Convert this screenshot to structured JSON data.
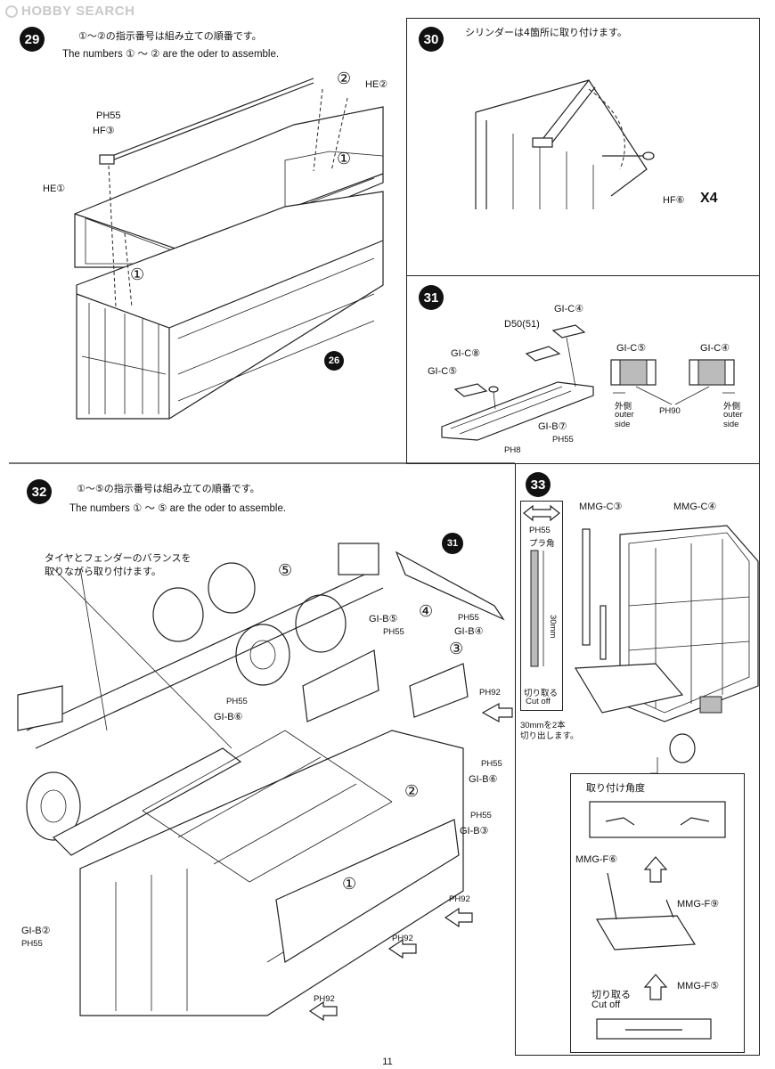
{
  "watermark": {
    "brand": "HOBBY SEARCH"
  },
  "page_number": "11",
  "step29": {
    "badge": "29",
    "jp_text": "①～②の指示番号は組み立ての順番です。",
    "en_text": "The numbers ① ～ ② are the oder to assemble.",
    "labels": {
      "ph55": "PH55",
      "hf3": "HF③",
      "he1": "HE①",
      "he2": "HE②",
      "seq2": "②",
      "seq1a": "①",
      "seq1b": "①",
      "ref26": "26"
    }
  },
  "step30": {
    "badge": "30",
    "jp_text": "シリンダーは4箇所に取り付けます。",
    "labels": {
      "hf6": "HF⑥",
      "x4": "X4"
    }
  },
  "step31": {
    "badge": "31",
    "labels": {
      "d50": "D50(51)",
      "gic4_top": "GI-C④",
      "gic8": "GI-C⑧",
      "gic5_left": "GI-C⑤",
      "gib7": "GI-B⑦",
      "ph55": "PH55",
      "ph8": "PH8",
      "gic5_right": "GI-C⑤",
      "gic4_right": "GI-C④",
      "ph90": "PH90"
    },
    "outer_left": [
      "外側",
      "outer",
      "side"
    ],
    "outer_right": [
      "外側",
      "outer",
      "side"
    ]
  },
  "step32": {
    "badge": "32",
    "jp_text": "①～⑤の指示番号は組み立ての順番です。",
    "en_text": "The numbers ① ～ ⑤ are the oder to assemble.",
    "note_jp": [
      "タイヤとフェンダーのバランスを",
      "取りながら取り付けます。"
    ],
    "labels": {
      "seq5": "⑤",
      "seq4": "④",
      "seq3": "③",
      "seq2": "②",
      "seq1": "①",
      "ref31": "31",
      "gib5": "GI-B⑤",
      "gib4": "GI-B④",
      "gib6_left": "GI-B⑥",
      "gib6_right": "GI-B⑥",
      "gib3": "GI-B③",
      "gib2": "GI-B②",
      "ph55": "PH55",
      "ph92": "PH92"
    }
  },
  "step33": {
    "badge": "33",
    "cut_box": {
      "ph55": "PH55",
      "jp_plastic": "プラ角",
      "length": "30mm",
      "cut_jp": "切り取る",
      "cut_en": "Cut off"
    },
    "cut_note": [
      "30mmを2本",
      "切り出します。"
    ],
    "labels": {
      "mmgc3": "MMG-C③",
      "mmgc4": "MMG-C④"
    },
    "detail": {
      "title": "取り付け角度",
      "mmgf6": "MMG-F⑥",
      "mmgf9": "MMG-F⑨",
      "mmgf5": "MMG-F⑤",
      "cut_jp": "切り取る",
      "cut_en": "Cut off"
    }
  }
}
